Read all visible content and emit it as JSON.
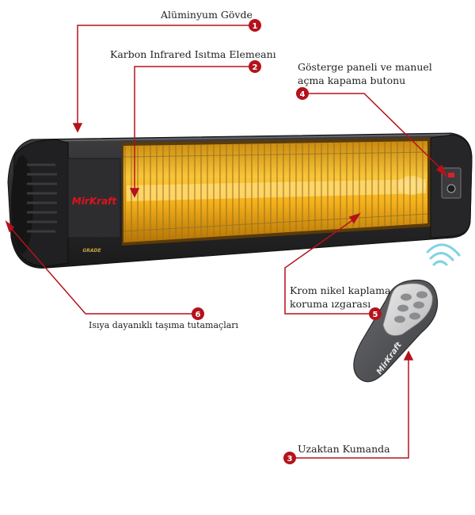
{
  "callouts": [
    {
      "number": "1",
      "label": "Alüminyum Gövde"
    },
    {
      "number": "2",
      "label": "Karbon Infrared Isıtma Elemeanı"
    },
    {
      "number": "3",
      "label": "Uzaktan Kumanda"
    },
    {
      "number": "4",
      "label": "Gösterge paneli ve manuel açma kapama butonu"
    },
    {
      "number": "5",
      "label": "Krom nikel kaplama koruma ızgarası"
    },
    {
      "number": "6",
      "label": "Isıya dayanıklı taşıma tutamaçları"
    }
  ],
  "heater": {
    "brand": "MirKraft",
    "model_text": "GRADE"
  },
  "remote": {
    "brand": "MirKraft"
  },
  "colors": {
    "callout_red": "#b5121b",
    "heater_body": "#2b2b2d",
    "heating_element": "#f6b21c",
    "remote_body": "#555659",
    "signal_waves": "#7fd3e3"
  }
}
